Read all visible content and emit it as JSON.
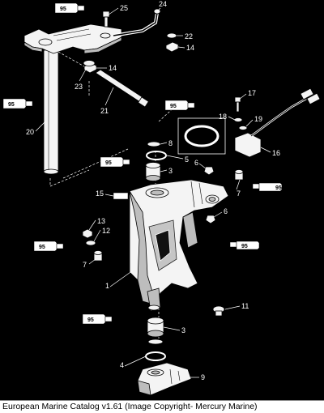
{
  "diagram": {
    "caption": "European Marine Catalog v1.61 (Image Copyright- Mercury Marine)",
    "lubricant_label": "95",
    "callouts": [
      {
        "id": "c25",
        "text": "25"
      },
      {
        "id": "c24",
        "text": "24"
      },
      {
        "id": "c22",
        "text": "22"
      },
      {
        "id": "c14a",
        "text": "14"
      },
      {
        "id": "c14b",
        "text": "14"
      },
      {
        "id": "c23",
        "text": "23"
      },
      {
        "id": "c21",
        "text": "21"
      },
      {
        "id": "c20",
        "text": "20"
      },
      {
        "id": "c17",
        "text": "17"
      },
      {
        "id": "c18",
        "text": "18"
      },
      {
        "id": "c19",
        "text": "19"
      },
      {
        "id": "c16",
        "text": "16"
      },
      {
        "id": "c8",
        "text": "8"
      },
      {
        "id": "c5",
        "text": "5"
      },
      {
        "id": "c6a",
        "text": "6"
      },
      {
        "id": "c3a",
        "text": "3"
      },
      {
        "id": "c7a",
        "text": "7"
      },
      {
        "id": "c15",
        "text": "15"
      },
      {
        "id": "c6b",
        "text": "6"
      },
      {
        "id": "c13",
        "text": "13"
      },
      {
        "id": "c12",
        "text": "12"
      },
      {
        "id": "c7b",
        "text": "7"
      },
      {
        "id": "c1",
        "text": "1"
      },
      {
        "id": "c11",
        "text": "11"
      },
      {
        "id": "c3b",
        "text": "3"
      },
      {
        "id": "c4",
        "text": "4"
      },
      {
        "id": "c9",
        "text": "9"
      }
    ]
  }
}
